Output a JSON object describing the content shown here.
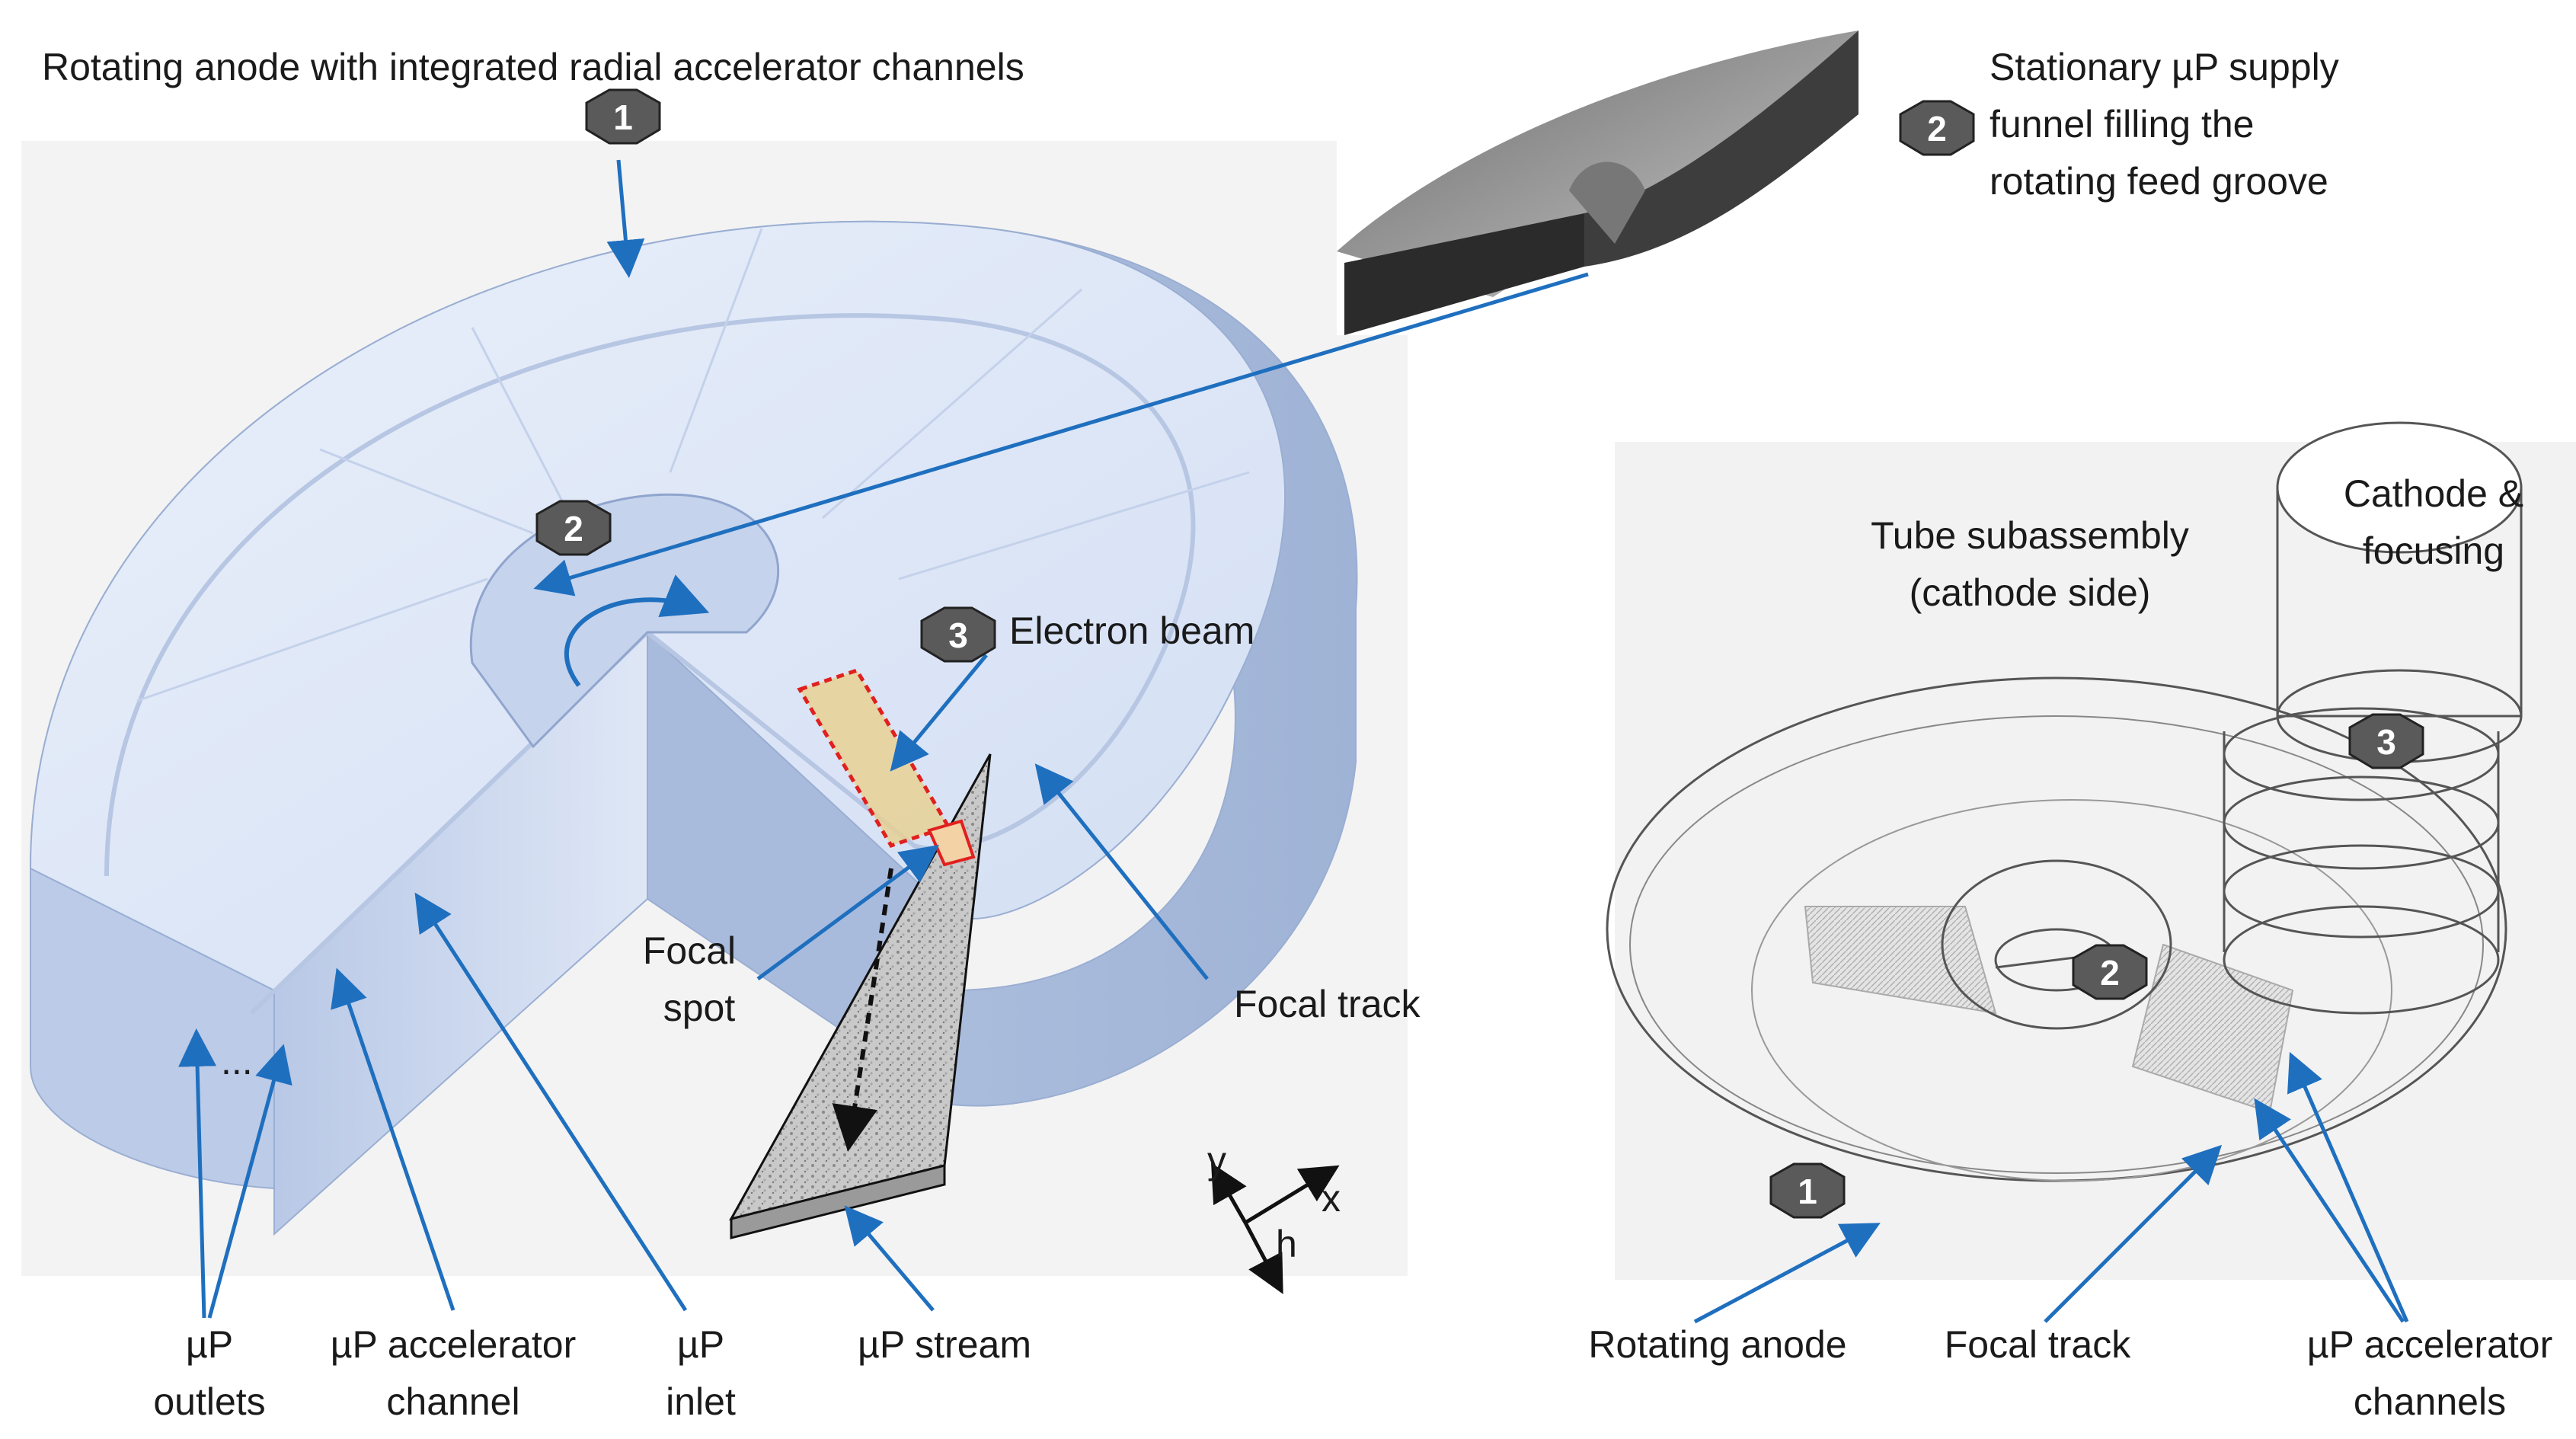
{
  "title_main": "Rotating anode with integrated radial accelerator channels",
  "inset_label": [
    "Stationary µP supply",
    "funnel filling the",
    "rotating feed groove"
  ],
  "electron_beam": "Electron beam",
  "focal_spot": [
    "Focal",
    "spot"
  ],
  "focal_track": "Focal track",
  "bottom_labels": {
    "outlets": [
      "µP",
      "outlets"
    ],
    "accel_channel": [
      "µP accelerator",
      "channel"
    ],
    "inlet": [
      "µP",
      "inlet"
    ],
    "stream": "µP stream"
  },
  "ellipsis": "...",
  "axes": {
    "y": "y",
    "x": "x",
    "h": "h"
  },
  "right_panel": {
    "subassembly": [
      "Tube subassembly",
      "(cathode side)"
    ],
    "cathode": [
      "Cathode &",
      "focusing"
    ],
    "rotating_anode": "Rotating anode",
    "focal_track": "Focal track",
    "accel_channels": [
      "µP accelerator",
      "channels"
    ]
  },
  "badges": [
    "1",
    "2",
    "3"
  ],
  "colors": {
    "anode": "#d8e4f6",
    "leader": "#1f6fbf",
    "badge": "#5a5a5a",
    "beam_box": "#e0201f"
  }
}
